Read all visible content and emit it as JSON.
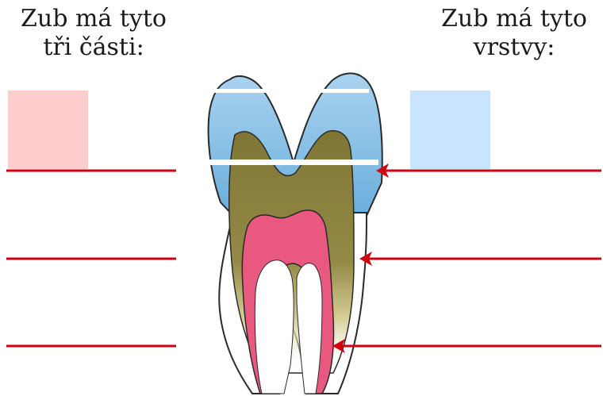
{
  "left_heading": {
    "line1": "Zub má tyto",
    "line2": "tři části:"
  },
  "right_heading": {
    "line1": "Zub má tyto",
    "line2": "vrstvy:"
  },
  "colors": {
    "parts_swatch": "#ffcdcd",
    "layers_swatch": "#c9e4ff",
    "line": "#d00010",
    "enamel": "#7ab9e3",
    "dentin": "#8a7f3c",
    "pulp": "#e8587f",
    "outline": "#2a2a2a"
  },
  "answer_lines": {
    "left_count": 3,
    "right_count": 3
  }
}
